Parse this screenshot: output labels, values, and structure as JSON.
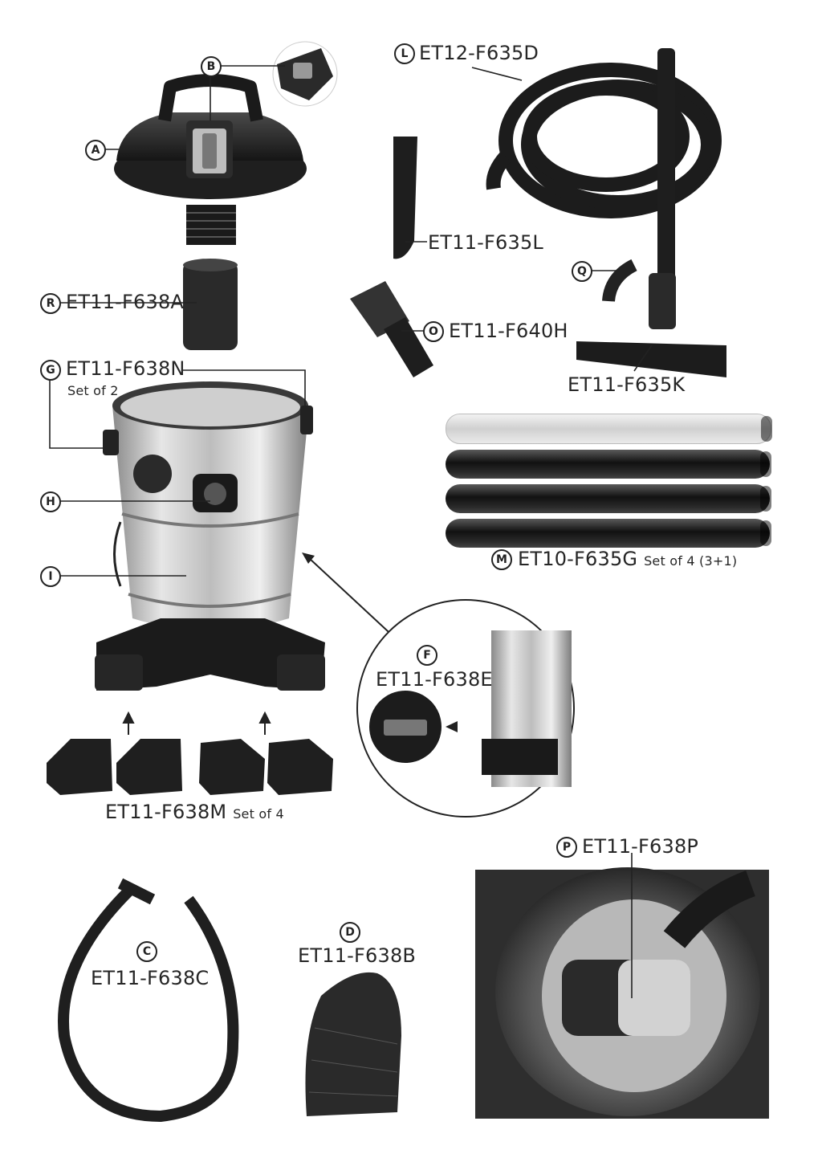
{
  "parts": {
    "A": {
      "letter": "A"
    },
    "B": {
      "letter": "B"
    },
    "R": {
      "letter": "R",
      "code": "ET11-F638A"
    },
    "G": {
      "letter": "G",
      "code": "ET11-F638N",
      "note": "Set of 2"
    },
    "H": {
      "letter": "H"
    },
    "I": {
      "letter": "I"
    },
    "L": {
      "letter": "L",
      "code": "ET12-F635D"
    },
    "crevice": {
      "code": "ET11-F635L"
    },
    "O": {
      "letter": "O",
      "code": "ET11-F640H"
    },
    "Q": {
      "letter": "Q"
    },
    "floor": {
      "code": "ET11-F635K"
    },
    "M": {
      "letter": "M",
      "code": "ET10-F635G",
      "note": "Set of 4 (3+1)"
    },
    "F": {
      "letter": "F",
      "code": "ET11-F638E"
    },
    "feet": {
      "code": "ET11-F638M",
      "note": "Set of 4"
    },
    "C": {
      "letter": "C",
      "code": "ET11-F638C"
    },
    "D": {
      "letter": "D",
      "code": "ET11-F638B"
    },
    "P": {
      "letter": "P",
      "code": "ET11-F638P"
    }
  },
  "colors": {
    "ink": "#222222",
    "steel": "#c8c8c8",
    "plastic": "#1c1c1c"
  }
}
